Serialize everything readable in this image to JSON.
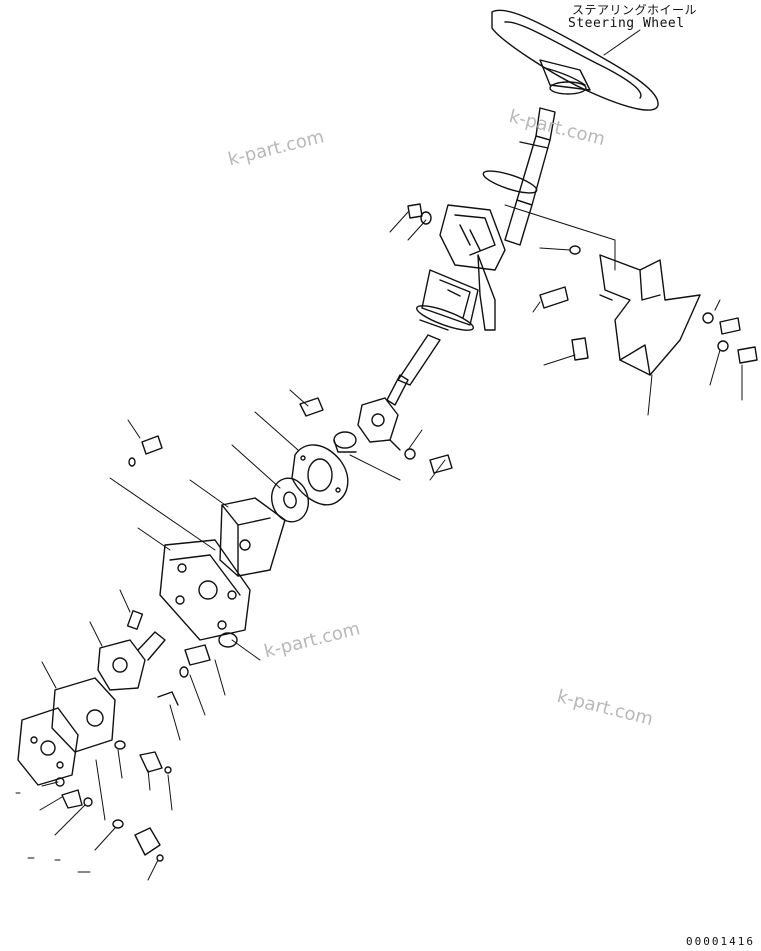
{
  "diagram": {
    "callout_jp": "ステアリングホイール",
    "callout_en": "Steering Wheel",
    "drawing_number": "00001416",
    "watermark": "k-part.com"
  },
  "colors": {
    "line": "#111111",
    "watermark": "#b8b8b8",
    "background": "#ffffff"
  }
}
